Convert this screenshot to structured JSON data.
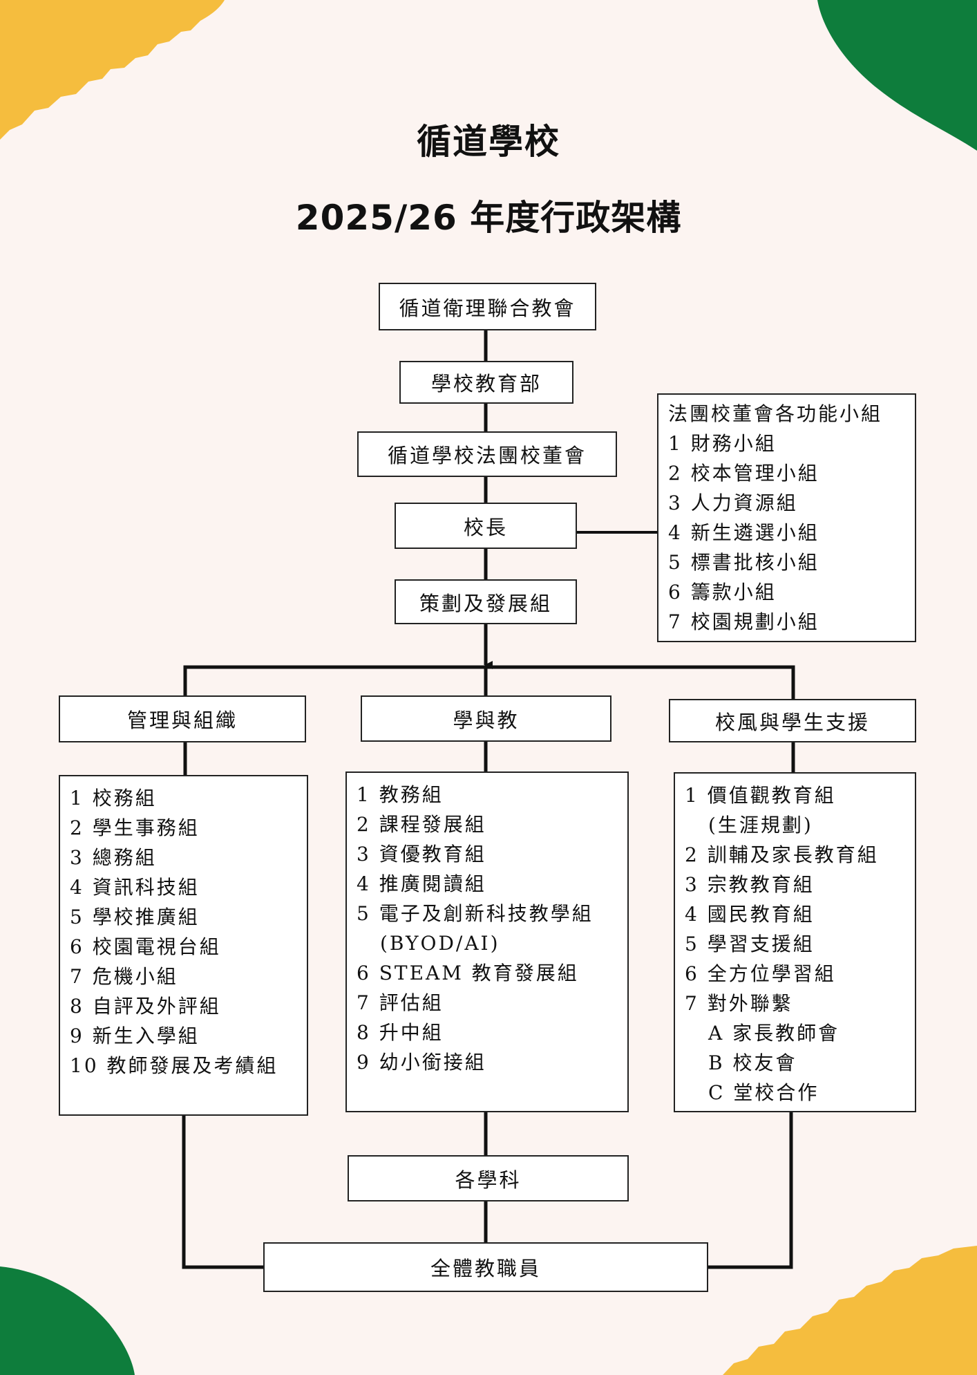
{
  "title": {
    "line1": "循道學校",
    "line2": "2025/26 年度行政架構"
  },
  "colors": {
    "background": "#fcf4f1",
    "accent_yellow": "#f5bd3e",
    "accent_green": "#0e7d3c",
    "line": "#111111"
  },
  "nodes": {
    "united_church": "循道衛理聯合教會",
    "education_dept": "學校教育部",
    "school_board": "循道學校法團校董會",
    "principal": "校長",
    "planning": "策劃及發展組",
    "management": "管理與組織",
    "learning_teaching": "學與教",
    "ethos_support": "校風與學生支援",
    "subjects": "各學科",
    "all_staff": "全體教職員"
  },
  "board_groups": {
    "heading": "法團校董會各功能小組",
    "items": [
      "1 財務小組",
      "2 校本管理小組",
      "3 人力資源組",
      "4 新生遴選小組",
      "5 標書批核小組",
      "6 籌款小組",
      "7 校園規劃小組"
    ]
  },
  "management_list": [
    "1 校務組",
    "2 學生事務組",
    "3 總務組",
    "4 資訊科技組",
    "5 學校推廣組",
    "6 校園電視台組",
    "7 危機小組",
    "8 自評及外評組",
    "9 新生入學組",
    "10 教師發展及考績組"
  ],
  "teaching_list": [
    "1 教務組",
    "2 課程發展組",
    "3 資優教育組",
    "4 推廣閱讀組",
    "5 電子及創新科技教學組",
    "(BYOD/AI)",
    "6 STEAM 教育發展組",
    "7 評估組",
    "8 升中組",
    "9 幼小銜接組"
  ],
  "support_list": [
    "1 價值觀教育組",
    "(生涯規劃)",
    "2 訓輔及家長教育組",
    "3 宗教教育組",
    "4 國民教育組",
    "5 學習支援組",
    "6 全方位學習組",
    "7 對外聯繫",
    "A 家長教師會",
    "B 校友會",
    "C 堂校合作"
  ]
}
